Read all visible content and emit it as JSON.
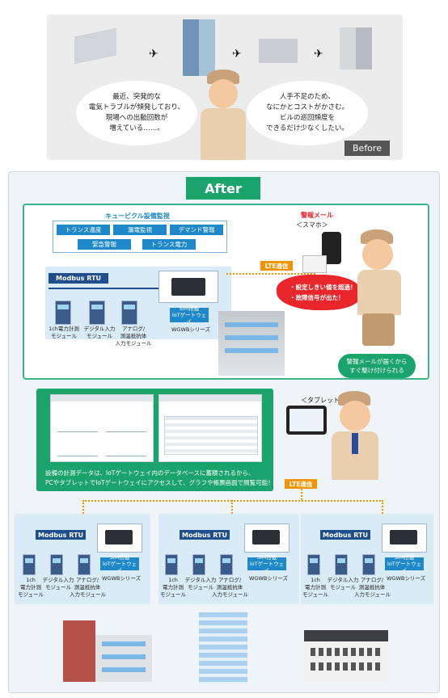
{
  "before": {
    "bubble_left": [
      "最近、突発的な",
      "電気トラブルが頻発しており、",
      "現場への出動回数が",
      "増えている……。"
    ],
    "bubble_right": [
      "人手不足のため、",
      "なにかとコストがかさむ。",
      "ビルの巡回頻度を",
      "できるだけ少なくしたい。"
    ],
    "tag": "Before"
  },
  "after": {
    "title": "After",
    "monitoring_title": "キュービクル設備監視",
    "functions": [
      "トランス温度",
      "漏電監視",
      "デマンド警報",
      "緊急警報",
      "トランス電力"
    ],
    "modbus": "Modbus RTU",
    "modules": [
      "1ch電力計測\nモジュール",
      "デジタル入力\nモジュール",
      "アナログ/\n測温抵抗体\n入力モジュール"
    ],
    "modules_small": [
      "1ch\n電力計測\nモジュール",
      "デジタル入力\nモジュール",
      "アナログ/\n測温抵抗体\n入力モジュール"
    ],
    "gateway_tag": [
      "SIM搭載",
      "IoTゲートウェイ"
    ],
    "gateway_series": "WGWBシリーズ",
    "gateway_series_small": "WGWBシリーズ",
    "lte_label": "LTE通信",
    "alert_mail_title": "警報メール",
    "alert_mail_device": "＜スマホ＞",
    "alerts": [
      "・設定しきい値を超過！",
      "・故障信号が出た！"
    ],
    "green_bubble": [
      "警報メールが届くから",
      "すぐ駆け付けられる"
    ],
    "tablet_label": "＜タブレット＞",
    "middle_text": [
      "設備の計測データは、IoTゲートウェイ内のデータベースに蓄積されるから、",
      "PCやタブレットでIoTゲートウェイにアクセスして、グラフや帳票画面で閲覧可能！"
    ]
  },
  "colors": {
    "green": "#1aa36b",
    "blue": "#1e88c8",
    "navy": "#1f4e8c",
    "orange": "#f29400",
    "red": "#e8262b"
  }
}
